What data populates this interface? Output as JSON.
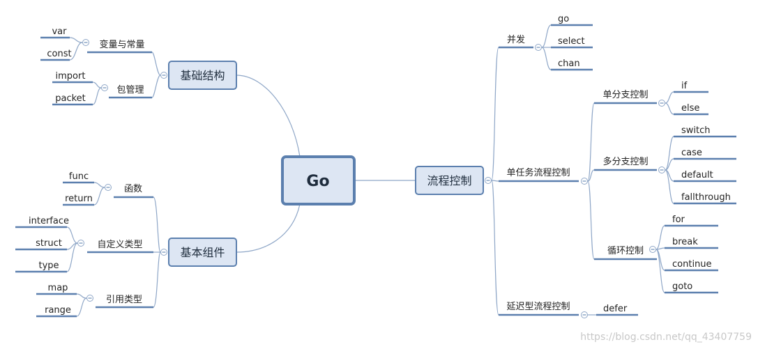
{
  "root": {
    "label": "Go"
  },
  "branches": [
    {
      "label": "基础结构",
      "children": [
        {
          "label": "变量与常量",
          "children": [
            "var",
            "const"
          ]
        },
        {
          "label": "包管理",
          "children": [
            "import",
            "packet"
          ]
        }
      ]
    },
    {
      "label": "基本组件",
      "children": [
        {
          "label": "函数",
          "children": [
            "func",
            "return"
          ]
        },
        {
          "label": "自定义类型",
          "children": [
            "interface",
            "struct",
            "type"
          ]
        },
        {
          "label": "引用类型",
          "children": [
            "map",
            "range"
          ]
        }
      ]
    },
    {
      "label": "流程控制",
      "children": [
        {
          "label": "并发",
          "children": [
            "go",
            "select",
            "chan"
          ]
        },
        {
          "label": "单任务流程控制",
          "children": [
            {
              "label": "单分支控制",
              "children": [
                "if",
                "else"
              ]
            },
            {
              "label": "多分支控制",
              "children": [
                "switch",
                "case",
                "default",
                "fallthrough"
              ]
            },
            {
              "label": "循环控制",
              "children": [
                "for",
                "break",
                "continue",
                "goto"
              ]
            }
          ]
        },
        {
          "label": "延迟型流程控制",
          "children": [
            "defer"
          ]
        }
      ]
    }
  ],
  "watermark": "https://blog.csdn.net/qq_43407759",
  "colors": {
    "box_fill": "#dde6f3",
    "box_border": "#5b7fae",
    "connector": "#8ea6c7",
    "underline": "#5b7fae"
  }
}
